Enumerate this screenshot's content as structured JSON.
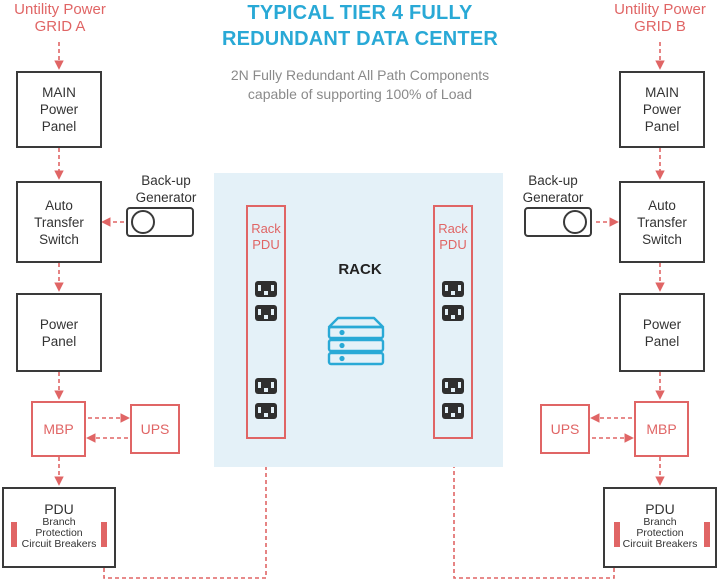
{
  "header": {
    "title_line1": "TYPICAL TIER 4 FULLY",
    "title_line2": "REDUNDANT DATA CENTER",
    "subtitle_line1": "2N Fully Redundant All Path Components",
    "subtitle_line2": "capable of supporting 100% of Load"
  },
  "left_chain": {
    "grid_line1": "Untility Power",
    "grid_line2": "GRID A",
    "main_panel": [
      "MAIN",
      "Power",
      "Panel"
    ],
    "ats": [
      "Auto",
      "Transfer",
      "Switch"
    ],
    "generator": [
      "Back-up",
      "Generator"
    ],
    "power_panel": [
      "Power",
      "Panel"
    ],
    "mbp": "MBP",
    "ups": "UPS",
    "pdu_title": "PDU",
    "pdu_sub": [
      "Branch",
      "Protection",
      "Circuit Breakers"
    ]
  },
  "right_chain": {
    "grid_line1": "Untility Power",
    "grid_line2": "GRID B",
    "main_panel": [
      "MAIN",
      "Power",
      "Panel"
    ],
    "ats": [
      "Auto",
      "Transfer",
      "Switch"
    ],
    "generator": [
      "Back-up",
      "Generator"
    ],
    "power_panel": [
      "Power",
      "Panel"
    ],
    "mbp": "MBP",
    "ups": "UPS",
    "pdu_title": "PDU",
    "pdu_sub": [
      "Branch",
      "Protection",
      "Circuit Breakers"
    ]
  },
  "rack": {
    "label": "RACK",
    "left_strip": [
      "Rack",
      "PDU"
    ],
    "right_strip": [
      "Rack",
      "PDU"
    ],
    "server_icon": "server-stack-icon",
    "outlet_icon": "power-outlet-icon"
  },
  "colors": {
    "title": "#29a9d6",
    "accent_red": "#e06565",
    "rack_bg": "#e4f1f8",
    "server_icon": "#29a9d6",
    "box_border": "#3a3a3a"
  }
}
